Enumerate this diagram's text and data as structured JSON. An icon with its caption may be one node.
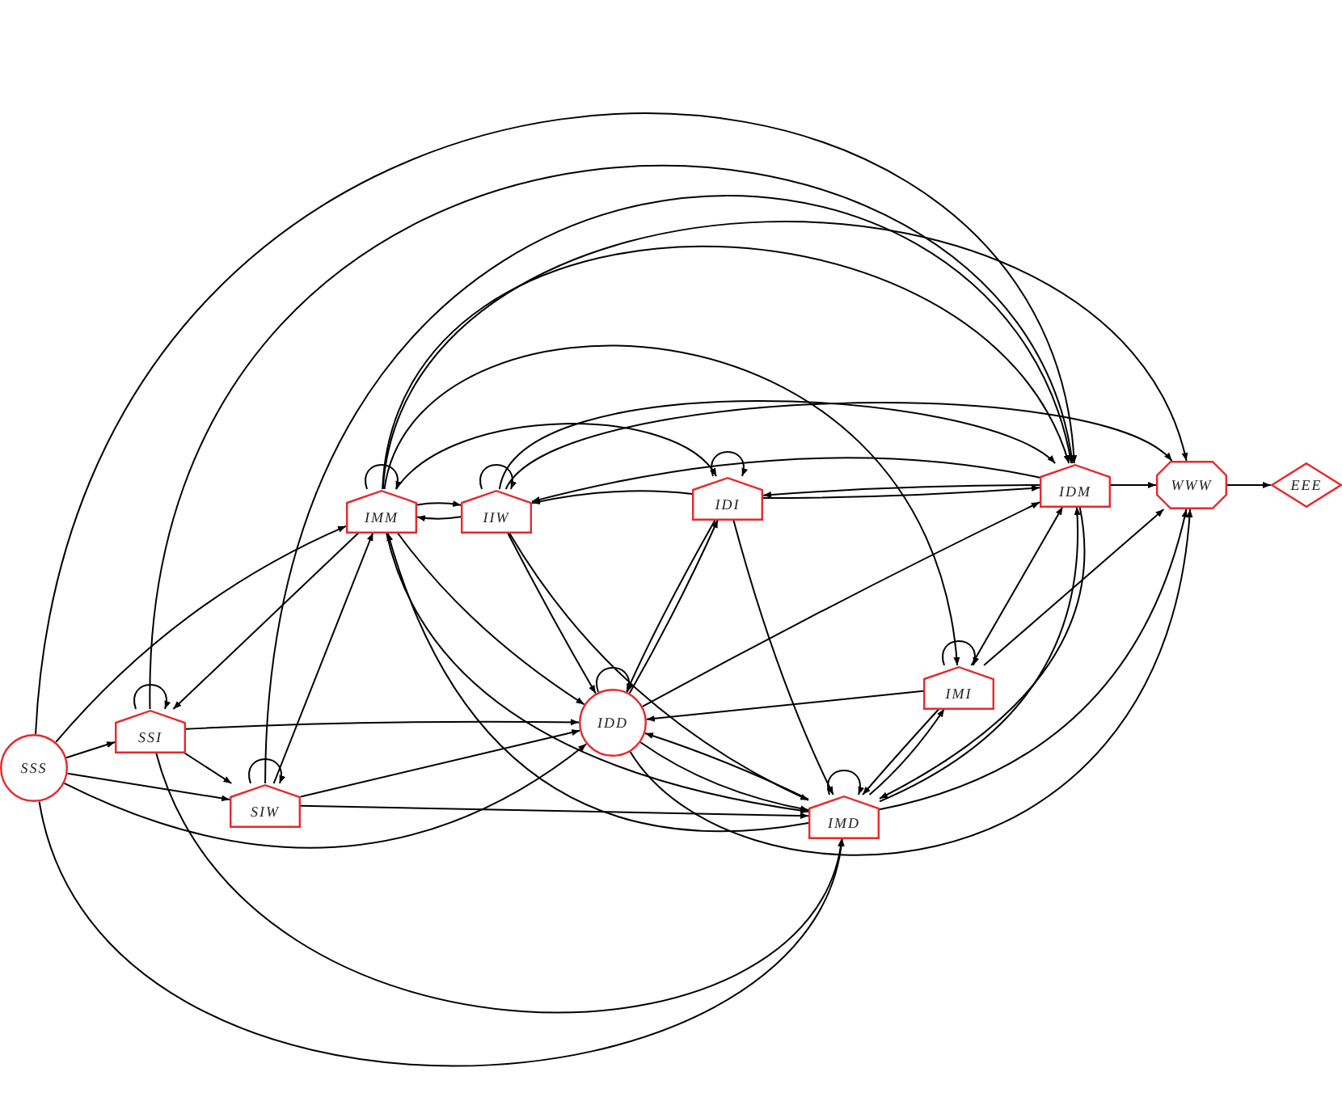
{
  "diagram": {
    "nodes": [
      {
        "text": [
          "SSS"
        ]
      },
      {
        "text": [
          "SSI"
        ]
      },
      {
        "text": [
          "SIW"
        ]
      },
      {
        "text": [
          "IMM"
        ]
      },
      {
        "text": [
          "IIW"
        ]
      },
      {
        "text": [
          "IDI"
        ]
      },
      {
        "text": [
          "IDM"
        ]
      },
      {
        "text": [
          "WWW"
        ]
      },
      {
        "text": [
          "EEE"
        ]
      },
      {
        "text": [
          "IDD"
        ]
      },
      {
        "text": [
          "IMI"
        ]
      },
      {
        "text": [
          "IMD"
        ]
      }
    ],
    "edges": [
      {
        "from": 0,
        "to": 1,
        "arrow": "to"
      },
      {
        "from": 0,
        "to": 2,
        "arrow": "to"
      },
      {
        "from": 0,
        "to": 3,
        "arrow": "to"
      },
      {
        "from": 0,
        "to": 9,
        "arrow": "to"
      },
      {
        "from": 0,
        "to": 6,
        "arrow": "to"
      },
      {
        "from": 0,
        "to": 11,
        "arrow": "to"
      },
      {
        "from": 1,
        "to": 1,
        "arrow": "to"
      },
      {
        "from": 1,
        "to": 9,
        "arrow": "to"
      },
      {
        "from": 1,
        "to": 2,
        "arrow": "to"
      },
      {
        "from": 1,
        "to": 6,
        "arrow": "to"
      },
      {
        "from": 1,
        "to": 11,
        "arrow": "to"
      },
      {
        "from": 3,
        "to": 1,
        "arrow": "to"
      },
      {
        "from": 2,
        "to": 2,
        "arrow": "to"
      },
      {
        "from": 2,
        "to": 3,
        "arrow": "to"
      },
      {
        "from": 2,
        "to": 9,
        "arrow": "to"
      },
      {
        "from": 2,
        "to": 11,
        "arrow": "to"
      },
      {
        "from": 2,
        "to": 6,
        "arrow": "to"
      },
      {
        "from": 3,
        "to": 3,
        "arrow": "to"
      },
      {
        "from": 3,
        "to": 4,
        "arrow": "to"
      },
      {
        "from": 4,
        "to": 3,
        "arrow": "to"
      },
      {
        "from": 3,
        "to": 9,
        "arrow": "to"
      },
      {
        "from": 3,
        "to": 11,
        "arrow": "to"
      },
      {
        "from": 3,
        "to": 6,
        "arrow": "to"
      },
      {
        "from": 3,
        "to": 7,
        "arrow": "to"
      },
      {
        "from": 3,
        "to": 5,
        "arrow": "to"
      },
      {
        "from": 4,
        "to": 4,
        "arrow": "to"
      },
      {
        "from": 4,
        "to": 9,
        "arrow": "to"
      },
      {
        "from": 4,
        "to": 11,
        "arrow": "to"
      },
      {
        "from": 4,
        "to": 6,
        "arrow": "to"
      },
      {
        "from": 5,
        "to": 4,
        "arrow": "to"
      },
      {
        "from": 6,
        "to": 4,
        "arrow": "to"
      },
      {
        "from": 5,
        "to": 5,
        "arrow": "to"
      },
      {
        "from": 5,
        "to": 6,
        "arrow": "to"
      },
      {
        "from": 6,
        "to": 5,
        "arrow": "to"
      },
      {
        "from": 5,
        "to": 11,
        "arrow": "to"
      },
      {
        "from": 9,
        "to": 5,
        "arrow": "to"
      },
      {
        "from": 5,
        "to": 9,
        "arrow": "to"
      },
      {
        "from": 6,
        "to": 7,
        "arrow": "to"
      },
      {
        "from": 7,
        "to": 8,
        "arrow": "to"
      },
      {
        "from": 9,
        "to": 9,
        "arrow": "to"
      },
      {
        "from": 9,
        "to": 6,
        "arrow": "to"
      },
      {
        "from": 9,
        "to": 11,
        "arrow": "to"
      },
      {
        "from": 9,
        "to": 7,
        "arrow": "to"
      },
      {
        "from": 10,
        "to": 9,
        "arrow": "to"
      },
      {
        "from": 11,
        "to": 9,
        "arrow": "to"
      },
      {
        "from": 10,
        "to": 10,
        "arrow": "to"
      },
      {
        "from": 10,
        "to": 6,
        "arrow": "to"
      },
      {
        "from": 10,
        "to": 7,
        "arrow": "to"
      },
      {
        "from": 10,
        "to": 11,
        "arrow": "to"
      },
      {
        "from": 11,
        "to": 10,
        "arrow": "to"
      },
      {
        "from": 3,
        "to": 10,
        "arrow": "to"
      },
      {
        "from": 11,
        "to": 11,
        "arrow": "to"
      },
      {
        "from": 11,
        "to": 6,
        "arrow": "to"
      },
      {
        "from": 11,
        "to": 7,
        "arrow": "to"
      },
      {
        "from": 11,
        "to": 3,
        "arrow": "to"
      },
      {
        "from": 6,
        "to": 11,
        "arrow": "to"
      },
      {
        "from": 4,
        "to": 7,
        "arrow": "to"
      }
    ]
  }
}
